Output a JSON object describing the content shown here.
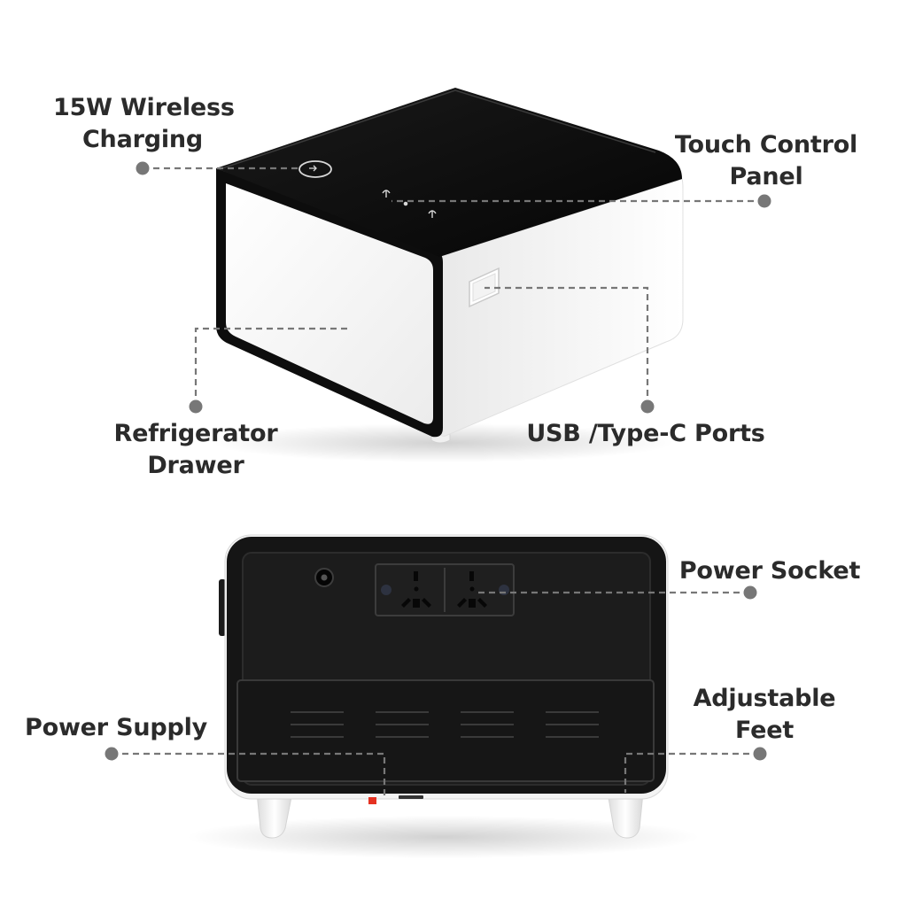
{
  "callouts": {
    "wireless_charging": [
      "15W Wireless",
      "Charging"
    ],
    "touch_panel": [
      "Touch Control",
      "Panel"
    ],
    "refrigerator_drawer": [
      "Refrigerator",
      "Drawer"
    ],
    "usb_ports": [
      "USB /Type-C Ports"
    ],
    "power_socket": [
      "Power Socket"
    ],
    "adjustable_feet": [
      "Adjustable",
      "Feet"
    ],
    "power_supply": [
      "Power Supply"
    ]
  },
  "colors": {
    "label_text": "#2b2b2b",
    "leader_line": "#777777",
    "device_black": "#151515",
    "device_white": "#f7f7f7",
    "accent_red": "#e53222"
  },
  "icons": [
    "wireless-charging-icon",
    "touch-button-icon",
    "universal-socket-icon",
    "vent-slot-icon"
  ]
}
